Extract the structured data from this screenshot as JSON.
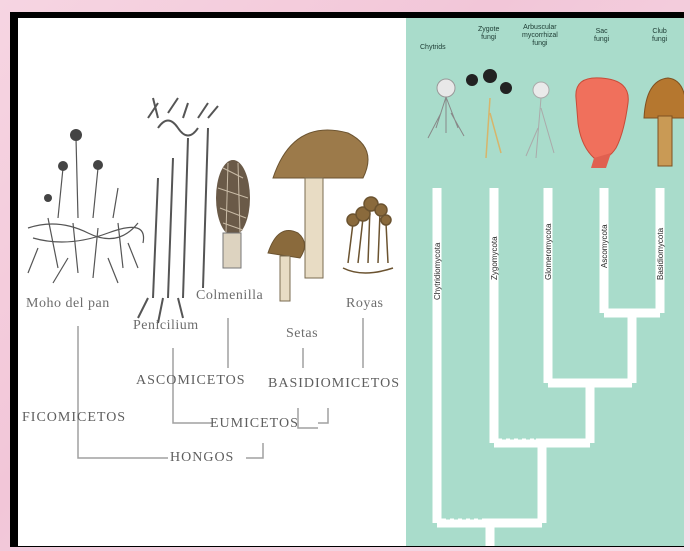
{
  "left_diagram": {
    "species": {
      "moho": "Moho del pan",
      "penicilium": "Penicilium",
      "colmenilla": "Colmenilla",
      "setas": "Setas",
      "royas": "Royas"
    },
    "groups": {
      "ascomicetos": "ASCOMICETOS",
      "basidiomicetos": "BASIDIOMICETOS",
      "ficomicetos": "FICOMICETOS",
      "eumicetos": "EUMICETOS",
      "hongos": "HONGOS"
    }
  },
  "right_diagram": {
    "top_labels": {
      "chytrids": "Chytrids",
      "zygote": "Zygote\nfungi",
      "arbuscular": "Arbuscular\nmycorrhizal\nfungi",
      "sac": "Sac\nfungi",
      "club": "Club\nfungi"
    },
    "clades": {
      "chytridiomycota": "Chytridiomycota",
      "zygomycota": "Zygomycota",
      "glomeromycota": "Glomeromycota",
      "ascomycota": "Ascomycota",
      "basidiomycota": "Basidiomycota"
    },
    "colors": {
      "background": "#a9dccb",
      "tree": "#ffffff",
      "sac": "#f0705c",
      "club": "#b5772f"
    }
  }
}
